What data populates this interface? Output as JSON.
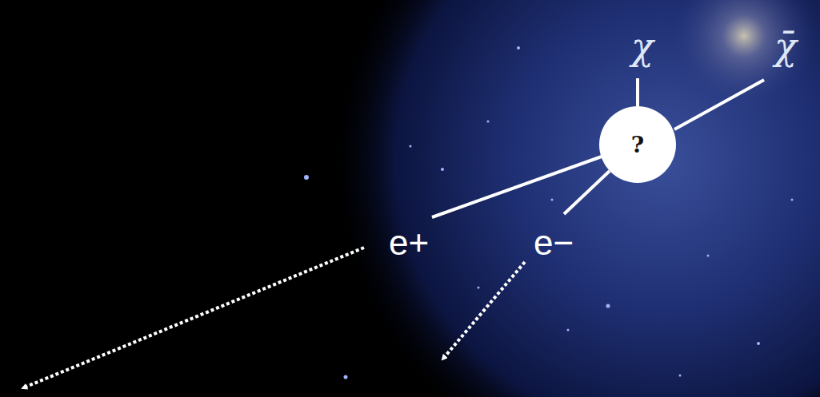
{
  "diagram": {
    "nodes": [
      {
        "text": [
          "?"
        ]
      }
    ],
    "labels": [
      "χ",
      "χ̄",
      "e+",
      "e−"
    ]
  }
}
